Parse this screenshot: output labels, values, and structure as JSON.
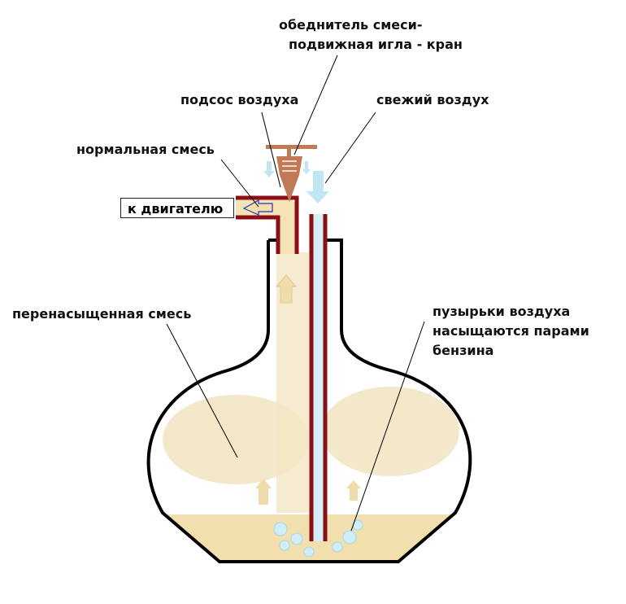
{
  "labels": {
    "lean_valve_1": "обеднитель смеси-",
    "lean_valve_2": "подвижная игла - кран",
    "air_leak": "подсос воздуха",
    "fresh_air": "свежий воздух",
    "normal_mix": "нормальная смесь",
    "to_engine": "к двигателю",
    "rich_mix": "перенасыщенная смесь",
    "bubbles_1": "пузырьки воздуха",
    "bubbles_2": "насыщаются парами",
    "bubbles_3": "бензина"
  },
  "colors": {
    "tube": "#8b0f17",
    "valve": "#c07a55",
    "fuel": "#f1dfae",
    "vapor": "#e8cf98",
    "air": "#bfe6f2"
  }
}
